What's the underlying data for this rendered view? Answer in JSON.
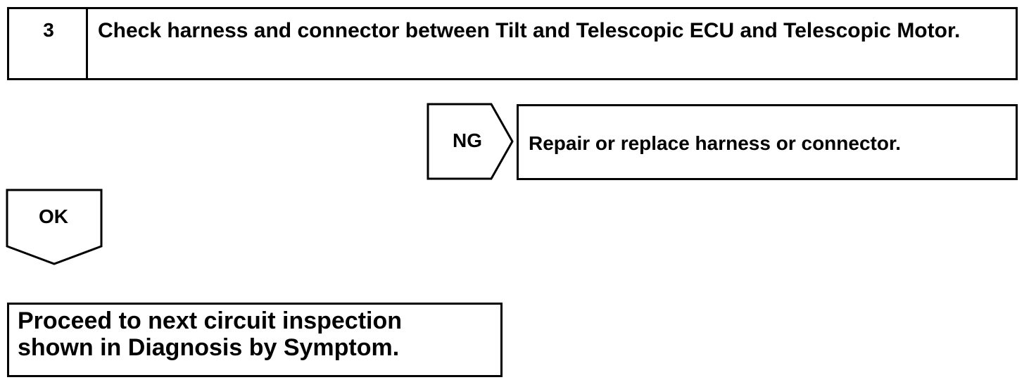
{
  "step": {
    "number": "3",
    "text": "Check harness and connector between Tilt and Telescopic ECU and Telescopic Motor."
  },
  "ng_branch": {
    "label": "NG",
    "action": "Repair or replace harness or connector."
  },
  "ok_branch": {
    "label": "OK"
  },
  "result": {
    "line1": "Proceed to next circuit inspection",
    "line2": "shown in Diagnosis by Symptom."
  }
}
